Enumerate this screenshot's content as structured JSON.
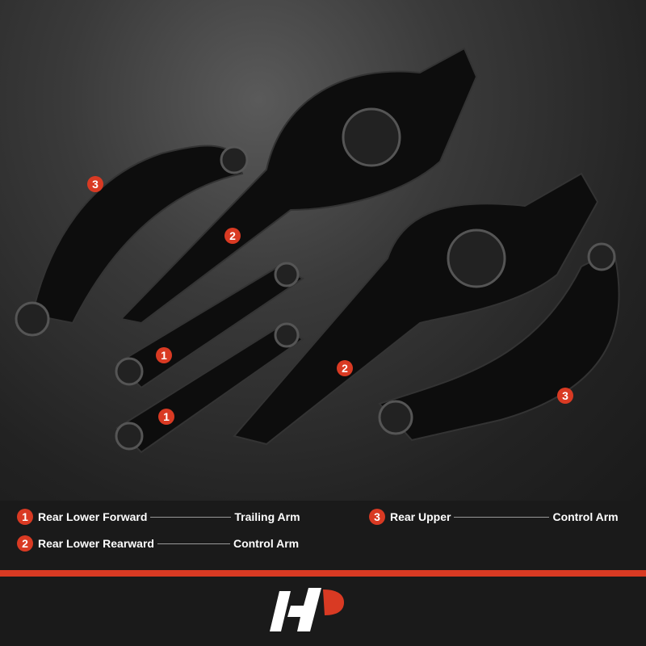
{
  "callouts": [
    {
      "num": "3"
    },
    {
      "num": "2"
    },
    {
      "num": "1"
    },
    {
      "num": "1"
    },
    {
      "num": "2"
    },
    {
      "num": "3"
    }
  ],
  "legend": [
    {
      "num": "1",
      "name": "Rear Lower Forward",
      "type": "Trailing Arm"
    },
    {
      "num": "2",
      "name": "Rear Lower Rearward",
      "type": "Control Arm"
    },
    {
      "num": "3",
      "name": "Rear Upper",
      "type": "Control Arm"
    }
  ],
  "colors": {
    "accent": "#d93a23",
    "background": "#1a1a1a"
  }
}
